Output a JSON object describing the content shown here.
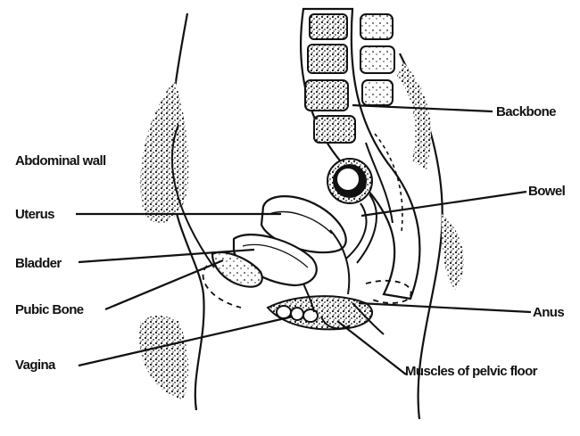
{
  "labels": {
    "backbone": "Backbone",
    "abdominal_wall": "Abdominal wall",
    "bowel": "Bowel",
    "uterus": "Uterus",
    "bladder": "Bladder",
    "pubic_bone": "Pubic Bone",
    "anus": "Anus",
    "vagina": "Vagina",
    "pelvic_floor": "Muscles of pelvic floor"
  }
}
